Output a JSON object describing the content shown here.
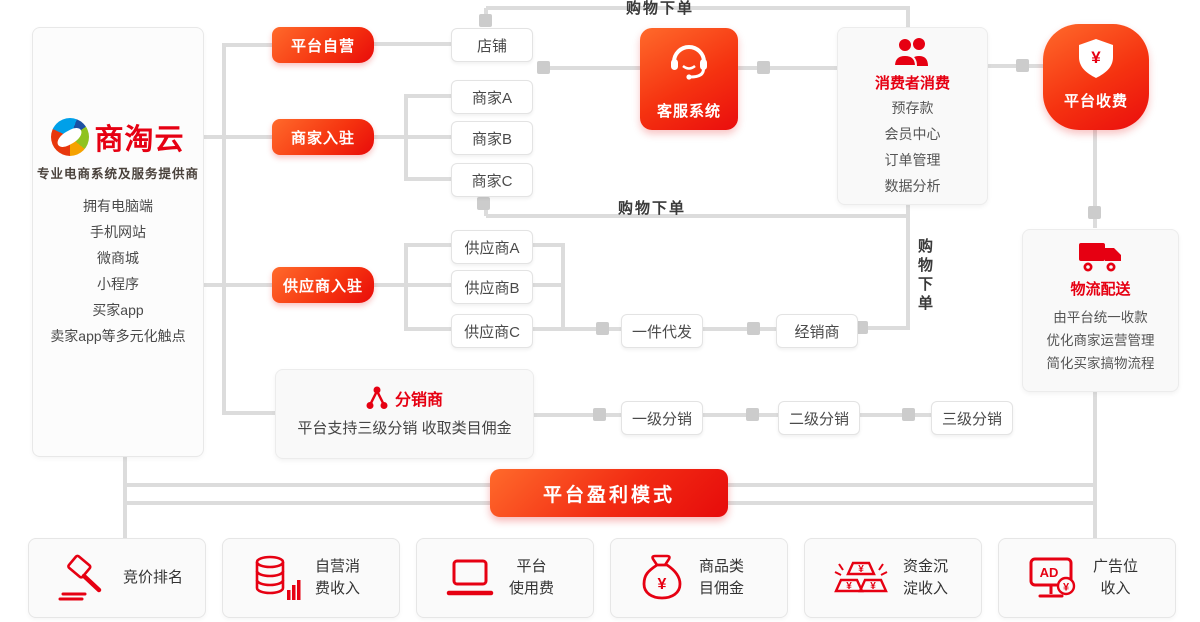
{
  "brand": {
    "name": "商淘云",
    "tagline": "专业电商系统及服务提供商",
    "features": [
      "拥有电脑端",
      "手机网站",
      "微商城",
      "小程序",
      "买家app",
      "卖家app等多元化触点"
    ]
  },
  "channels": [
    {
      "label": "平台自营",
      "targets": [
        "店铺"
      ]
    },
    {
      "label": "商家入驻",
      "targets": [
        "商家A",
        "商家B",
        "商家C"
      ]
    },
    {
      "label": "供应商入驻",
      "targets": [
        "供应商A",
        "供应商B",
        "供应商C"
      ]
    }
  ],
  "service": {
    "label": "客服系统",
    "icon": "headset-icon"
  },
  "consumer": {
    "title": "消费者消费",
    "icon": "users-icon",
    "items": [
      "预存款",
      "会员中心",
      "订单管理",
      "数据分析"
    ]
  },
  "platform_fee": {
    "label": "平台收费",
    "icon": "shield-yuan-icon",
    "symbol": "¥"
  },
  "logistics": {
    "title": "物流配送",
    "icon": "truck-icon",
    "items": [
      "由平台统一收款",
      "优化商家运营管理",
      "简化买家搞物流程"
    ]
  },
  "distribution": {
    "title": "分销商",
    "icon": "share-icon",
    "subtitle": "平台支持三级分销 收取类目佣金",
    "levels": [
      "一级分销",
      "二级分销",
      "三级分销"
    ]
  },
  "supply_chain": {
    "dropship": "一件代发",
    "dealer": "经销商"
  },
  "order_labels": {
    "top": "购物下单",
    "middle": "购物下单",
    "vertical": "购物下单"
  },
  "profit": {
    "button": "平台盈利模式",
    "cards": [
      {
        "label": "竞价排名",
        "icon": "gavel-icon"
      },
      {
        "label": "自营消\n费收入",
        "icon": "coins-chart-icon"
      },
      {
        "label": "平台\n使用费",
        "icon": "laptop-icon"
      },
      {
        "label": "商品类\n目佣金",
        "icon": "money-bag-icon",
        "symbol": "¥"
      },
      {
        "label": "资金沉\n淀收入",
        "icon": "gold-ingots-icon",
        "symbol": "¥"
      },
      {
        "label": "广告位\n收入",
        "icon": "ad-monitor-icon",
        "ad_text": "AD",
        "symbol": "¥"
      }
    ]
  },
  "colors": {
    "accent_red": "#e60012",
    "gradient_start": "#ff6a2b",
    "gradient_end": "#e80b0b",
    "line_gray": "#dcdcdc",
    "panel_bg": "#f9f9f9"
  }
}
